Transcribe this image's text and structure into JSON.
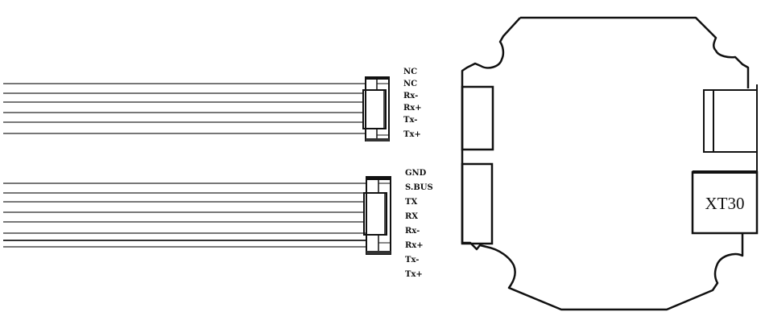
{
  "diagram": {
    "type": "wiring-diagram",
    "connector_top": {
      "pins": [
        "NC",
        "NC",
        "Rx-",
        "Rx+",
        "Tx-",
        "Tx+"
      ]
    },
    "connector_bottom": {
      "pins": [
        "GND",
        "S.BUS",
        "TX",
        "RX",
        "Rx-",
        "Rx+",
        "Tx-",
        "Tx+"
      ]
    },
    "board": {
      "power_connector_label": "XT30"
    },
    "colors": {
      "line": "#111111",
      "wire": "#777777",
      "background": "#ffffff"
    }
  }
}
